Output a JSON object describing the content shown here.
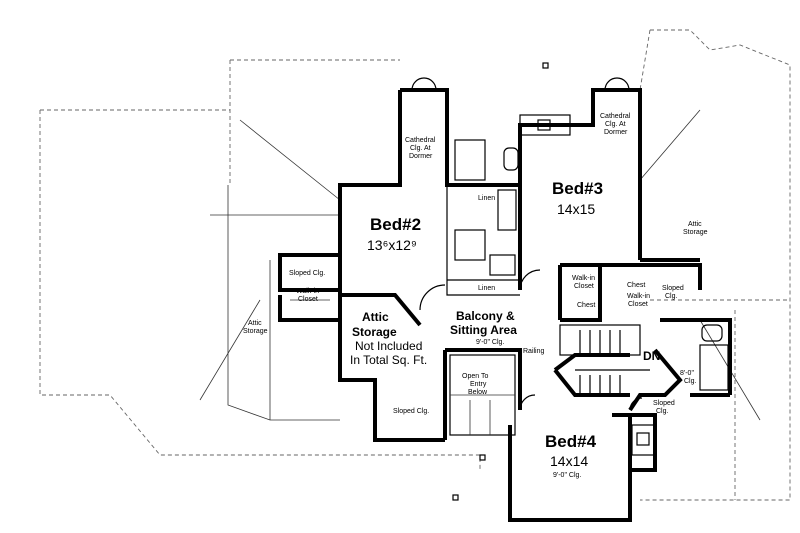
{
  "rooms": {
    "bed2": {
      "name": "Bed#2",
      "dims": "13⁶x12⁹"
    },
    "bed3": {
      "name": "Bed#3",
      "dims": "14x15"
    },
    "bed4": {
      "name": "Bed#4",
      "dims": "14x14",
      "ceiling": "9'-0\" Clg."
    },
    "attic_storage_main": {
      "title1": "Attic",
      "title2": "Storage",
      "note1": "Not Included",
      "note2": "In Total Sq. Ft."
    },
    "balcony": {
      "line1": "Balcony &",
      "line2": "Sitting Area",
      "ceiling": "9'-0\" Clg."
    }
  },
  "labels": {
    "cathedral_left": [
      "Cathedral",
      "Clg. At",
      "Dormer"
    ],
    "cathedral_right": [
      "Cathedral",
      "Clg. At",
      "Dormer"
    ],
    "linen_top": "Linen",
    "linen_bottom": "Linen",
    "sloped_clg_left": "Sloped Clg.",
    "walkin_left": [
      "Walk-in",
      "Closet"
    ],
    "attic_storage_left": [
      "Attic",
      "Storage"
    ],
    "attic_storage_right": [
      "Attic",
      "Storage"
    ],
    "walkin_right": [
      "Walk-in",
      "Closet"
    ],
    "chest_a": "Chest",
    "chest_b": "Chest",
    "walkin_right2": [
      "Walk-in",
      "Closet"
    ],
    "sloped_clg_right": [
      "Sloped",
      "Clg."
    ],
    "railing": "Railing",
    "dn": "DN",
    "open_to_entry": [
      "Open To",
      "Entry",
      "Below"
    ],
    "sloped_clg_bottom": "Sloped Clg.",
    "ceiling_8": [
      "8'-0\"",
      "Clg."
    ],
    "sloped_clg_bed4": [
      "Sloped",
      "Clg."
    ]
  }
}
